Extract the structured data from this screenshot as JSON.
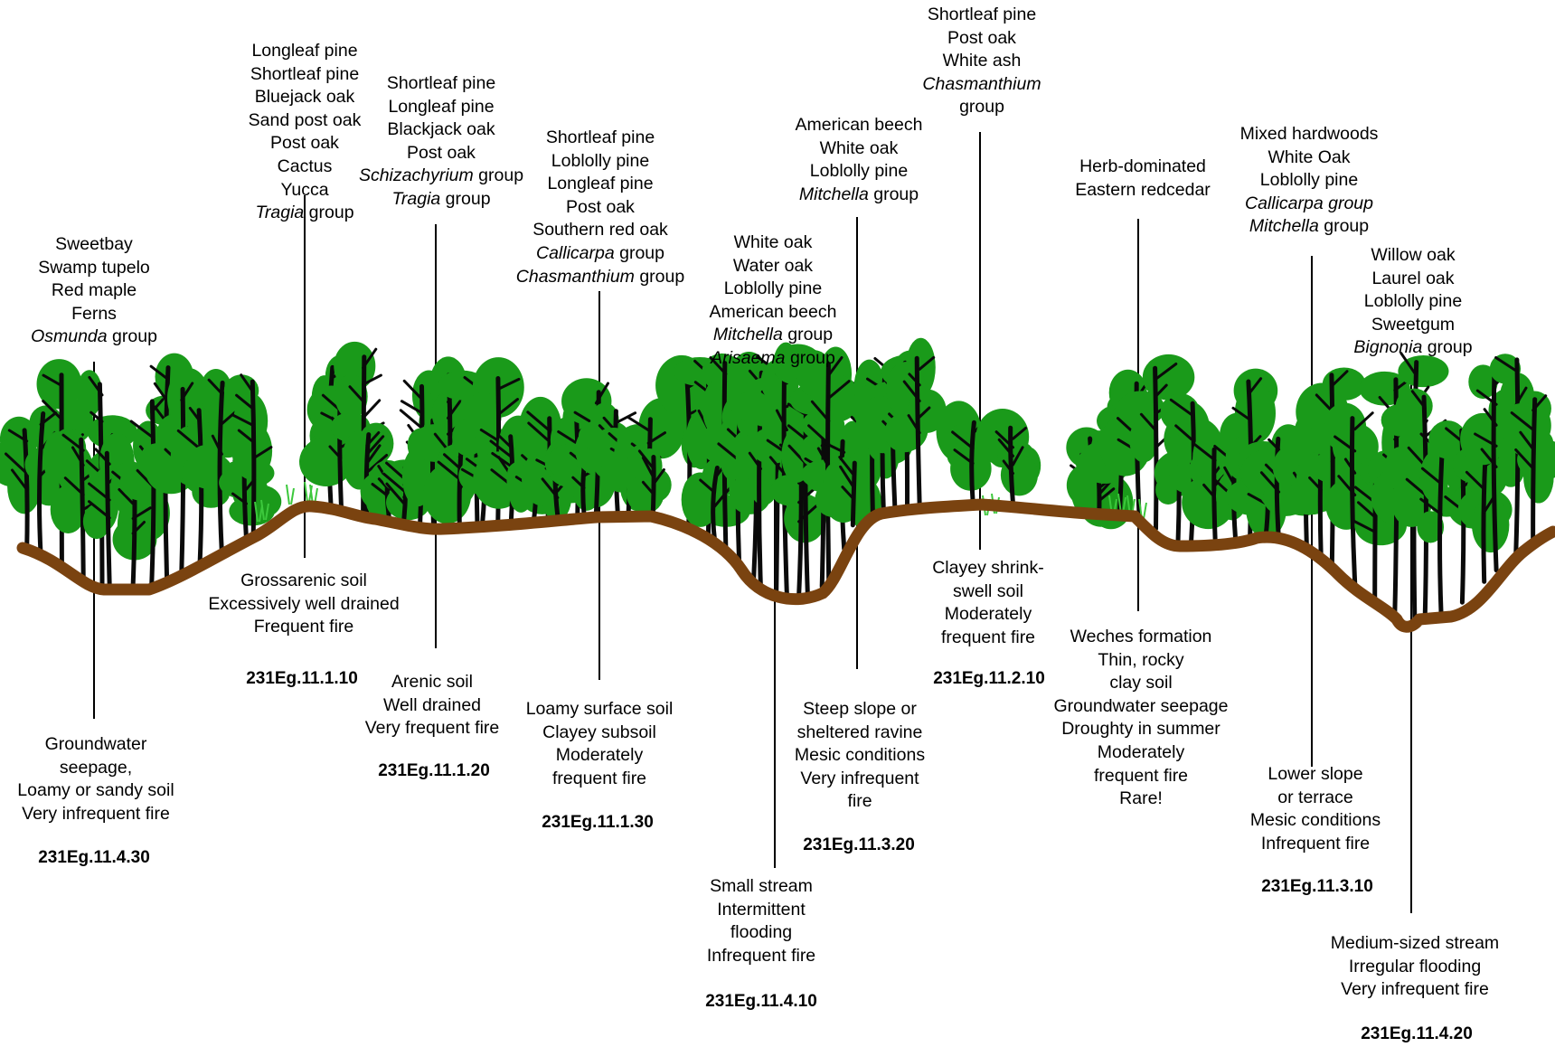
{
  "colors": {
    "ground": "#7a4310",
    "foliage": "#1a9a1a",
    "trunk": "#0a0a0a",
    "grass": "#3cc83c",
    "line": "#000000"
  },
  "species_labels": [
    {
      "id": "sp-231Eg-11-4-30",
      "lines": [
        {
          "t": "Sweetbay"
        },
        {
          "t": "Swamp tupelo"
        },
        {
          "t": "Red maple"
        },
        {
          "t": "Ferns"
        },
        {
          "i": "Osmunda",
          "t": " group"
        }
      ]
    },
    {
      "id": "sp-231Eg-11-1-10",
      "lines": [
        {
          "t": "Longleaf pine"
        },
        {
          "t": "Shortleaf pine"
        },
        {
          "t": "Bluejack oak"
        },
        {
          "t": "Sand post oak"
        },
        {
          "t": "Post oak"
        },
        {
          "t": "Cactus"
        },
        {
          "t": "Yucca"
        },
        {
          "i": "Tragia",
          "t": " group"
        }
      ]
    },
    {
      "id": "sp-231Eg-11-1-20",
      "lines": [
        {
          "t": "Shortleaf pine"
        },
        {
          "t": "Longleaf pine"
        },
        {
          "t": "Blackjack oak"
        },
        {
          "t": "Post oak"
        },
        {
          "i": "Schizachyrium",
          "t": " group"
        },
        {
          "i": "Tragia",
          "t": " group"
        }
      ]
    },
    {
      "id": "sp-231Eg-11-1-30",
      "lines": [
        {
          "t": "Shortleaf pine"
        },
        {
          "t": "Loblolly pine"
        },
        {
          "t": "Longleaf pine"
        },
        {
          "t": "Post oak"
        },
        {
          "t": "Southern red oak"
        },
        {
          "i": "Callicarpa",
          "t": " group"
        },
        {
          "i": "Chasmanthium",
          "t": " group"
        }
      ]
    },
    {
      "id": "sp-231Eg-11-4-10",
      "lines": [
        {
          "t": "White oak"
        },
        {
          "t": "Water oak"
        },
        {
          "t": "Loblolly pine"
        },
        {
          "t": "American beech"
        },
        {
          "i": "Mitchella",
          "t": " group"
        },
        {
          "i": "Arisaema",
          "t": " group"
        }
      ]
    },
    {
      "id": "sp-231Eg-11-3-20",
      "lines": [
        {
          "t": "American beech"
        },
        {
          "t": "White oak"
        },
        {
          "t": "Loblolly pine"
        },
        {
          "i": "Mitchella",
          "t": " group"
        }
      ]
    },
    {
      "id": "sp-231Eg-11-2-10",
      "lines": [
        {
          "t": "Shortleaf pine"
        },
        {
          "t": "Post oak"
        },
        {
          "t": "White ash"
        },
        {
          "i": "Chasmanthium",
          "t": ""
        },
        {
          "t": "group"
        }
      ]
    },
    {
      "id": "sp-herb-dominated",
      "lines": [
        {
          "t": "Herb-dominated"
        },
        {
          "t": "Eastern redcedar"
        }
      ]
    },
    {
      "id": "sp-231Eg-11-3-10",
      "lines": [
        {
          "t": "Mixed hardwoods"
        },
        {
          "t": "White Oak"
        },
        {
          "t": "Loblolly pine"
        },
        {
          "i": "Callicarpa group",
          "t": ""
        },
        {
          "i": "Mitchella",
          "t": " group"
        }
      ]
    },
    {
      "id": "sp-231Eg-11-4-20",
      "lines": [
        {
          "t": "Willow oak"
        },
        {
          "t": "Laurel oak"
        },
        {
          "t": "Loblolly pine"
        },
        {
          "t": "Sweetgum"
        },
        {
          "i": "Bignonia",
          "t": " group"
        }
      ]
    }
  ],
  "site_labels": [
    {
      "id": "site-231Eg-11-4-30",
      "lines": [
        {
          "t": "Groundwater"
        },
        {
          "t": "seepage,"
        },
        {
          "t": "Loamy or sandy soil"
        },
        {
          "t": "Very infrequent fire"
        }
      ]
    },
    {
      "id": "site-231Eg-11-1-10",
      "lines": [
        {
          "t": "Grossarenic soil"
        },
        {
          "t": "Excessively well drained"
        },
        {
          "t": "Frequent fire"
        }
      ]
    },
    {
      "id": "site-231Eg-11-1-20",
      "lines": [
        {
          "t": "Arenic soil"
        },
        {
          "t": "Well drained"
        },
        {
          "t": "Very frequent fire"
        }
      ]
    },
    {
      "id": "site-231Eg-11-1-30",
      "lines": [
        {
          "t": "Loamy surface soil"
        },
        {
          "t": "Clayey subsoil"
        },
        {
          "t": "Moderately"
        },
        {
          "t": "frequent fire"
        }
      ]
    },
    {
      "id": "site-231Eg-11-4-10",
      "lines": [
        {
          "t": "Small stream"
        },
        {
          "t": "Intermittent"
        },
        {
          "t": "flooding"
        },
        {
          "t": "Infrequent fire"
        }
      ]
    },
    {
      "id": "site-231Eg-11-3-20",
      "lines": [
        {
          "t": "Steep slope or"
        },
        {
          "t": "sheltered ravine"
        },
        {
          "t": "Mesic conditions"
        },
        {
          "t": "Very infrequent"
        },
        {
          "t": "fire"
        }
      ]
    },
    {
      "id": "site-231Eg-11-2-10",
      "lines": [
        {
          "t": "Clayey shrink-"
        },
        {
          "t": "swell soil"
        },
        {
          "t": "Moderately"
        },
        {
          "t": "frequent fire"
        }
      ]
    },
    {
      "id": "site-weches",
      "lines": [
        {
          "t": "Weches formation"
        },
        {
          "t": "Thin, rocky"
        },
        {
          "t": "clay soil"
        },
        {
          "t": "Groundwater seepage"
        },
        {
          "t": "Droughty in summer"
        },
        {
          "t": "Moderately"
        },
        {
          "t": "frequent fire"
        },
        {
          "t": "Rare!"
        }
      ]
    },
    {
      "id": "site-231Eg-11-3-10",
      "lines": [
        {
          "t": "Lower slope"
        },
        {
          "t": "or terrace"
        },
        {
          "t": "Mesic conditions"
        },
        {
          "t": "Infrequent fire"
        }
      ]
    },
    {
      "id": "site-231Eg-11-4-20",
      "lines": [
        {
          "t": "Medium-sized stream"
        },
        {
          "t": "Irregular flooding"
        },
        {
          "t": "Very infrequent fire"
        }
      ]
    }
  ],
  "codes": [
    {
      "id": "code-231Eg-11-4-30",
      "text": "231Eg.11.4.30"
    },
    {
      "id": "code-231Eg-11-1-10",
      "text": "231Eg.11.1.10"
    },
    {
      "id": "code-231Eg-11-1-20",
      "text": "231Eg.11.1.20"
    },
    {
      "id": "code-231Eg-11-1-30",
      "text": "231Eg.11.1.30"
    },
    {
      "id": "code-231Eg-11-4-10",
      "text": "231Eg.11.4.10"
    },
    {
      "id": "code-231Eg-11-3-20",
      "text": "231Eg.11.3.20"
    },
    {
      "id": "code-231Eg-11-2-10",
      "text": "231Eg.11.2.10"
    },
    {
      "id": "code-231Eg-11-3-10",
      "text": "231Eg.11.3.10"
    },
    {
      "id": "code-231Eg-11-4-20",
      "text": "231Eg.11.4.20"
    }
  ]
}
